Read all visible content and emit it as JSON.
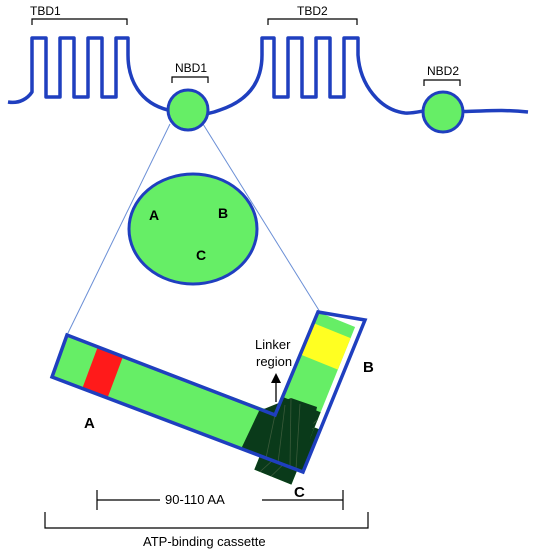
{
  "labels": {
    "tbd1": "TBD1",
    "tbd2": "TBD2",
    "nbd1": "NBD1",
    "nbd2": "NBD2",
    "motif_a": "A",
    "motif_b": "B",
    "motif_c": "C",
    "bar_a": "A",
    "bar_b": "B",
    "bar_c": "C",
    "linker_line1": "Linker",
    "linker_line2": "region",
    "span_inner": "90-110 AA",
    "span_outer": "ATP-binding cassette"
  },
  "colors": {
    "outline": "#1f3fbf",
    "domain_fill": "#66ee66",
    "motif_red": "#ff1a1a",
    "motif_yellow": "#ffff22",
    "dark_segment": "#0a3a1a",
    "zoom_lines": "#6b8fd6"
  }
}
